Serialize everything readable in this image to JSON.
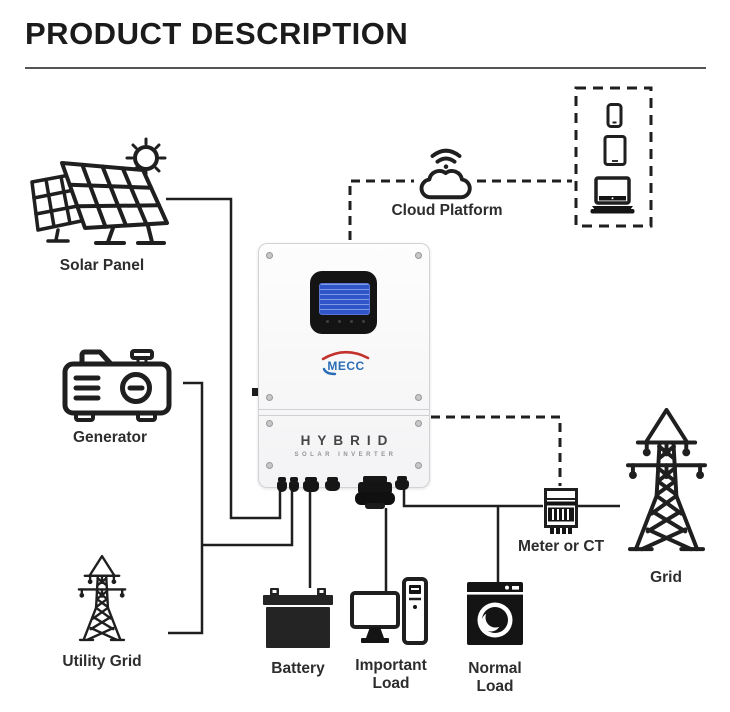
{
  "header": {
    "title": "PRODUCT DESCRIPTION"
  },
  "inverter": {
    "brand": "MECC",
    "model_line1": "HYBRID",
    "model_line2": "SOLAR INVERTER"
  },
  "nodes": {
    "solar_panel": {
      "label": "Solar Panel"
    },
    "generator": {
      "label": "Generator"
    },
    "utility_grid": {
      "label": "Utility Grid"
    },
    "cloud_platform": {
      "label": "Cloud Platform"
    },
    "meter": {
      "label": "Meter or CT"
    },
    "grid": {
      "label": "Grid"
    },
    "battery": {
      "label": "Battery"
    },
    "important_load": {
      "label": "Important Load"
    },
    "normal_load": {
      "label": "Normal Load"
    },
    "remote_devices": {
      "icons": [
        "smartphone-icon",
        "tablet-icon",
        "laptop-icon"
      ]
    }
  },
  "colors": {
    "line": "#1f1f1f",
    "brand_blue": "#2a6db5",
    "brand_red": "#c2332e",
    "lcd_blue": "#2f55c8"
  }
}
